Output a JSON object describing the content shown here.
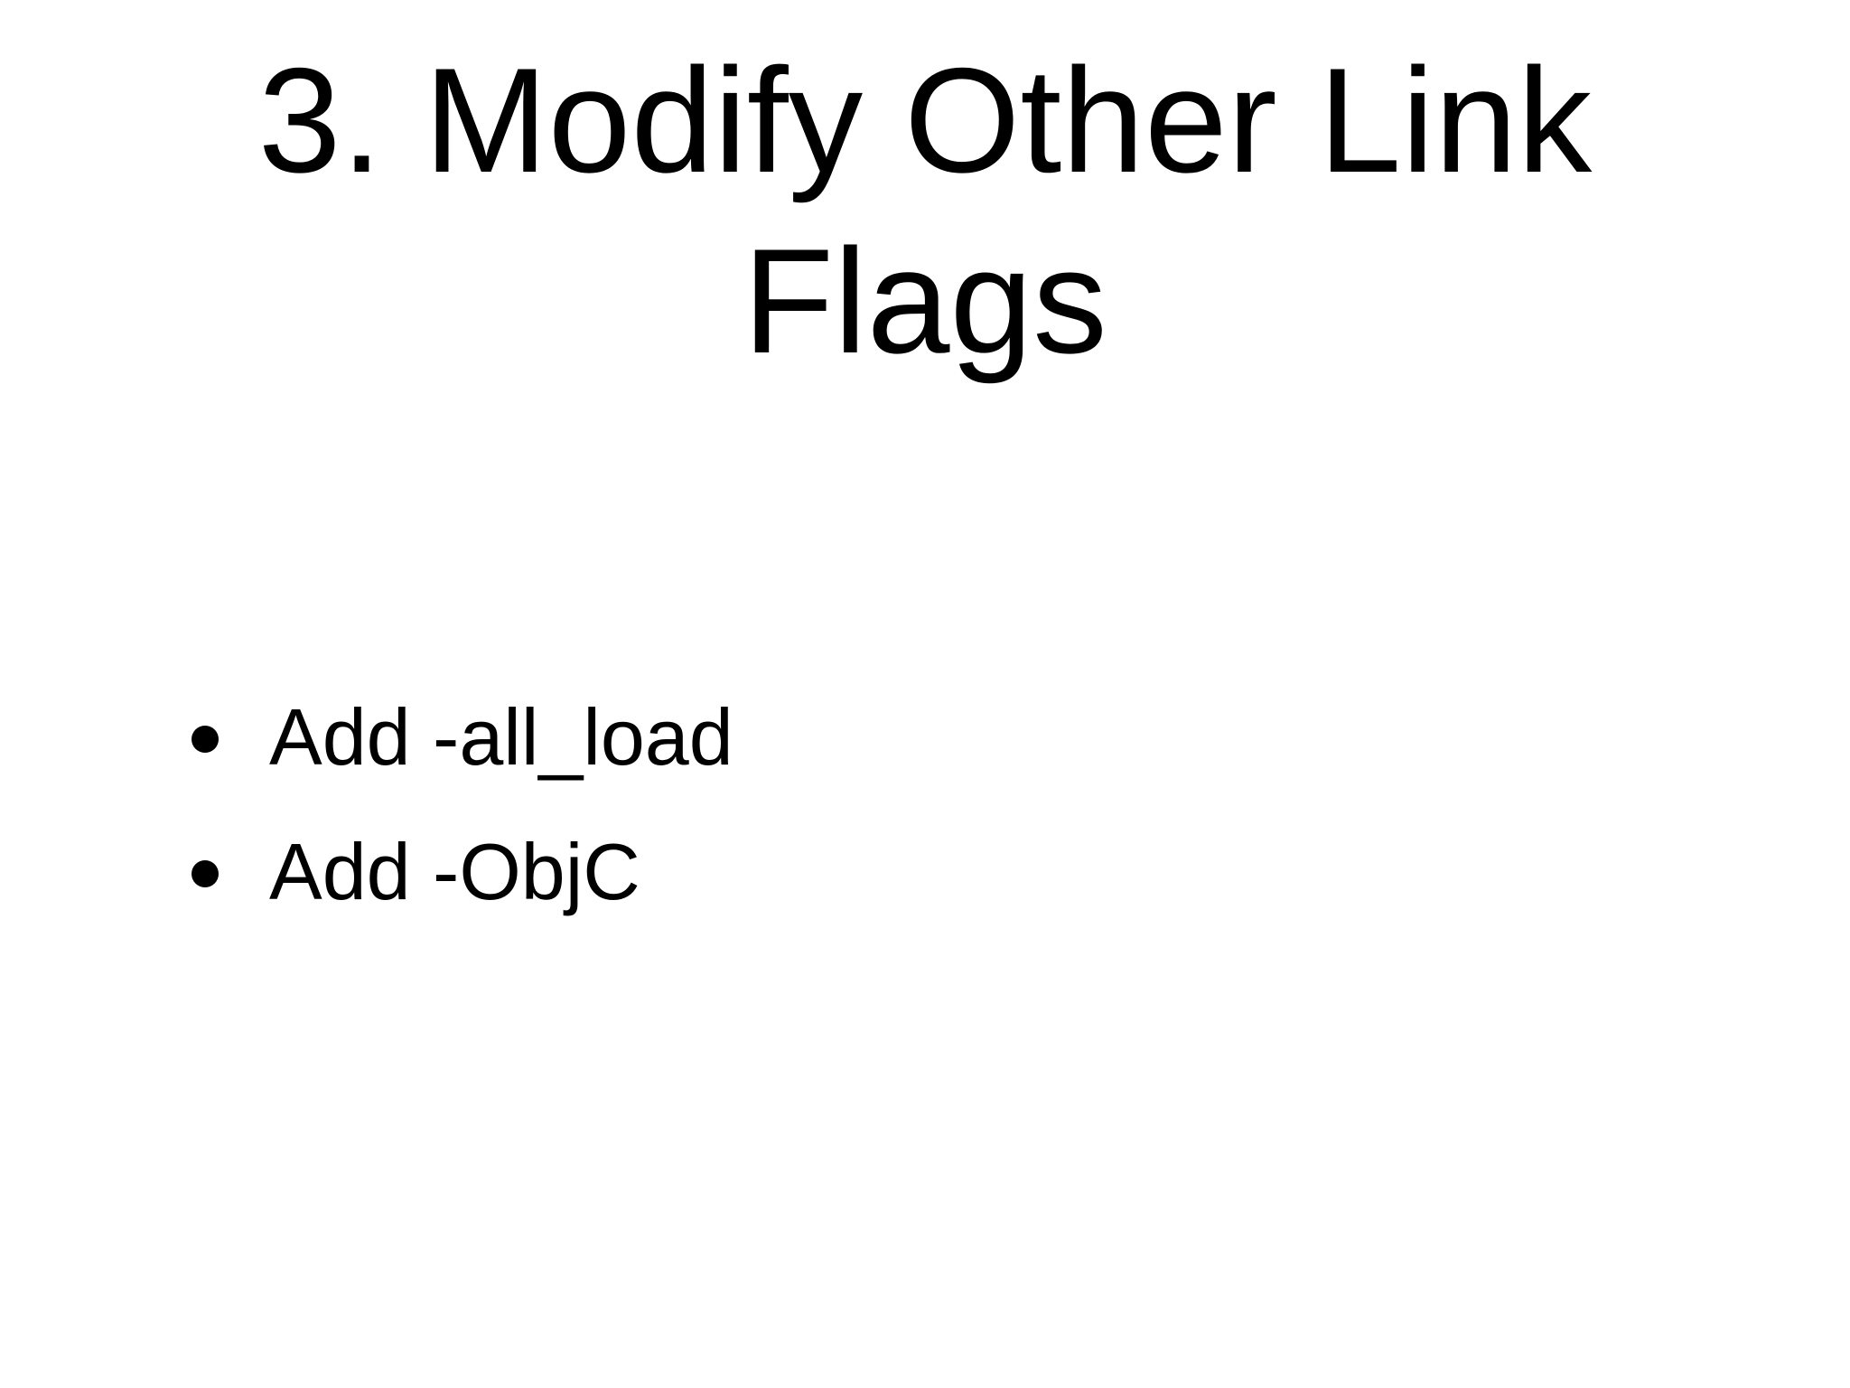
{
  "slide": {
    "title": "3. Modify Other Link Flags",
    "bullets": [
      {
        "label": "Add -all_load"
      },
      {
        "label": "Add -ObjC"
      }
    ],
    "colors": {
      "background": "#ffffff",
      "text": "#000000"
    }
  }
}
